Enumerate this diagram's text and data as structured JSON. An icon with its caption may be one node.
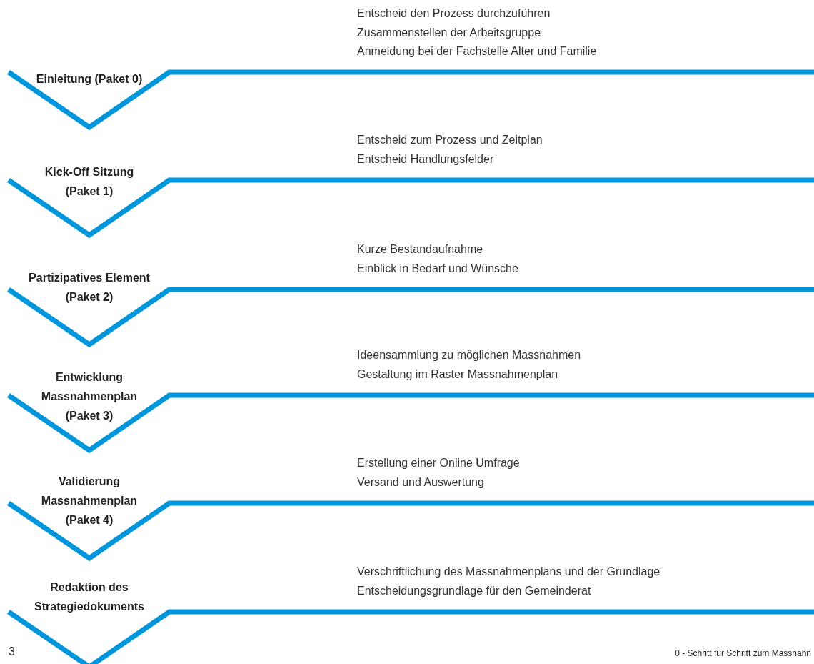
{
  "diagram": {
    "nodes": [
      {
        "text": [
          "Einleitung (Paket 0)"
        ],
        "beside": [
          "Entscheid den Prozess durchzuführen",
          "Zusammenstellen der Arbeitsgruppe",
          "Anmeldung bei der Fachstelle Alter und Familie"
        ]
      },
      {
        "text": [
          "Kick-Off Sitzung (Paket 1)"
        ],
        "beside": [
          "Entscheid zum Prozess und Zeitplan",
          "Entscheid Handlungsfelder"
        ]
      },
      {
        "text": [
          "Partizipatives Element (Paket 2)"
        ],
        "beside": [
          "Kurze Bestandaufnahme",
          "Einblick in Bedarf und Wünsche"
        ]
      },
      {
        "text": [
          "Entwicklung Massnahmenplan (Paket 3)"
        ],
        "beside": [
          "Ideensammlung zu möglichen Massnahmen",
          "Gestaltung im Raster Massnahmenplan"
        ]
      },
      {
        "text": [
          "Validierung Massnahmenplan (Paket 4)"
        ],
        "beside": [
          "Erstellung einer Online Umfrage",
          "Versand und Auswertung"
        ]
      },
      {
        "text": [
          "Redaktion des Strategiedokuments"
        ],
        "beside": [
          "Verschriftlichung des Massnahmenplans und der Grundlage",
          "Entscheidungsgrundlage für den Gemeinderat"
        ]
      }
    ],
    "labels": [
      "3",
      "0 - Schritt für Schritt zum Massnahn"
    ]
  }
}
